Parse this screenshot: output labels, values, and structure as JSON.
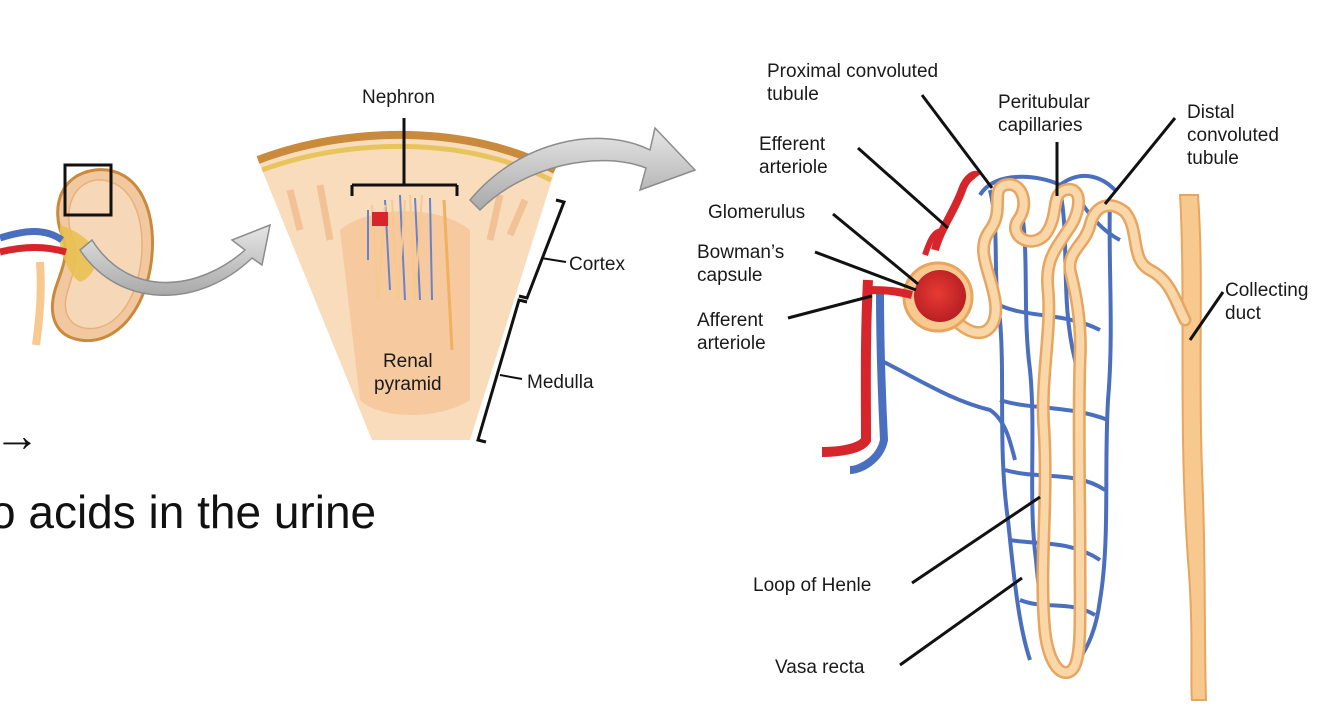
{
  "slide_text": {
    "arrow": "→",
    "line": "o acids in the urine"
  },
  "labels": {
    "nephron": "Nephron",
    "cortex": "Cortex",
    "medulla": "Medulla",
    "renal_pyramid": [
      "Renal",
      "pyramid"
    ],
    "proximal_convoluted_tubule": [
      "Proximal convoluted",
      "tubule"
    ],
    "peritubular_capillaries": [
      "Peritubular",
      "capillaries"
    ],
    "distal_convoluted_tubule": [
      "Distal",
      "convoluted",
      "tubule"
    ],
    "efferent_arteriole": [
      "Efferent",
      "arteriole"
    ],
    "glomerulus": "Glomerulus",
    "bowmans_capsule": [
      "Bowman’s",
      "capsule"
    ],
    "afferent_arteriole": [
      "Afferent",
      "arteriole"
    ],
    "collecting_duct": [
      "Collecting",
      "duct"
    ],
    "loop_of_henle": "Loop of Henle",
    "vasa_recta": "Vasa recta"
  },
  "colors": {
    "artery": "#d7262b",
    "vein": "#4a6fbf",
    "tubule": "#f7c98e",
    "tubule_edge": "#e8a55f",
    "tissue": "#f8d2ad",
    "capsule_band": "#c98a3c",
    "arrow": "#c8c8c8"
  }
}
